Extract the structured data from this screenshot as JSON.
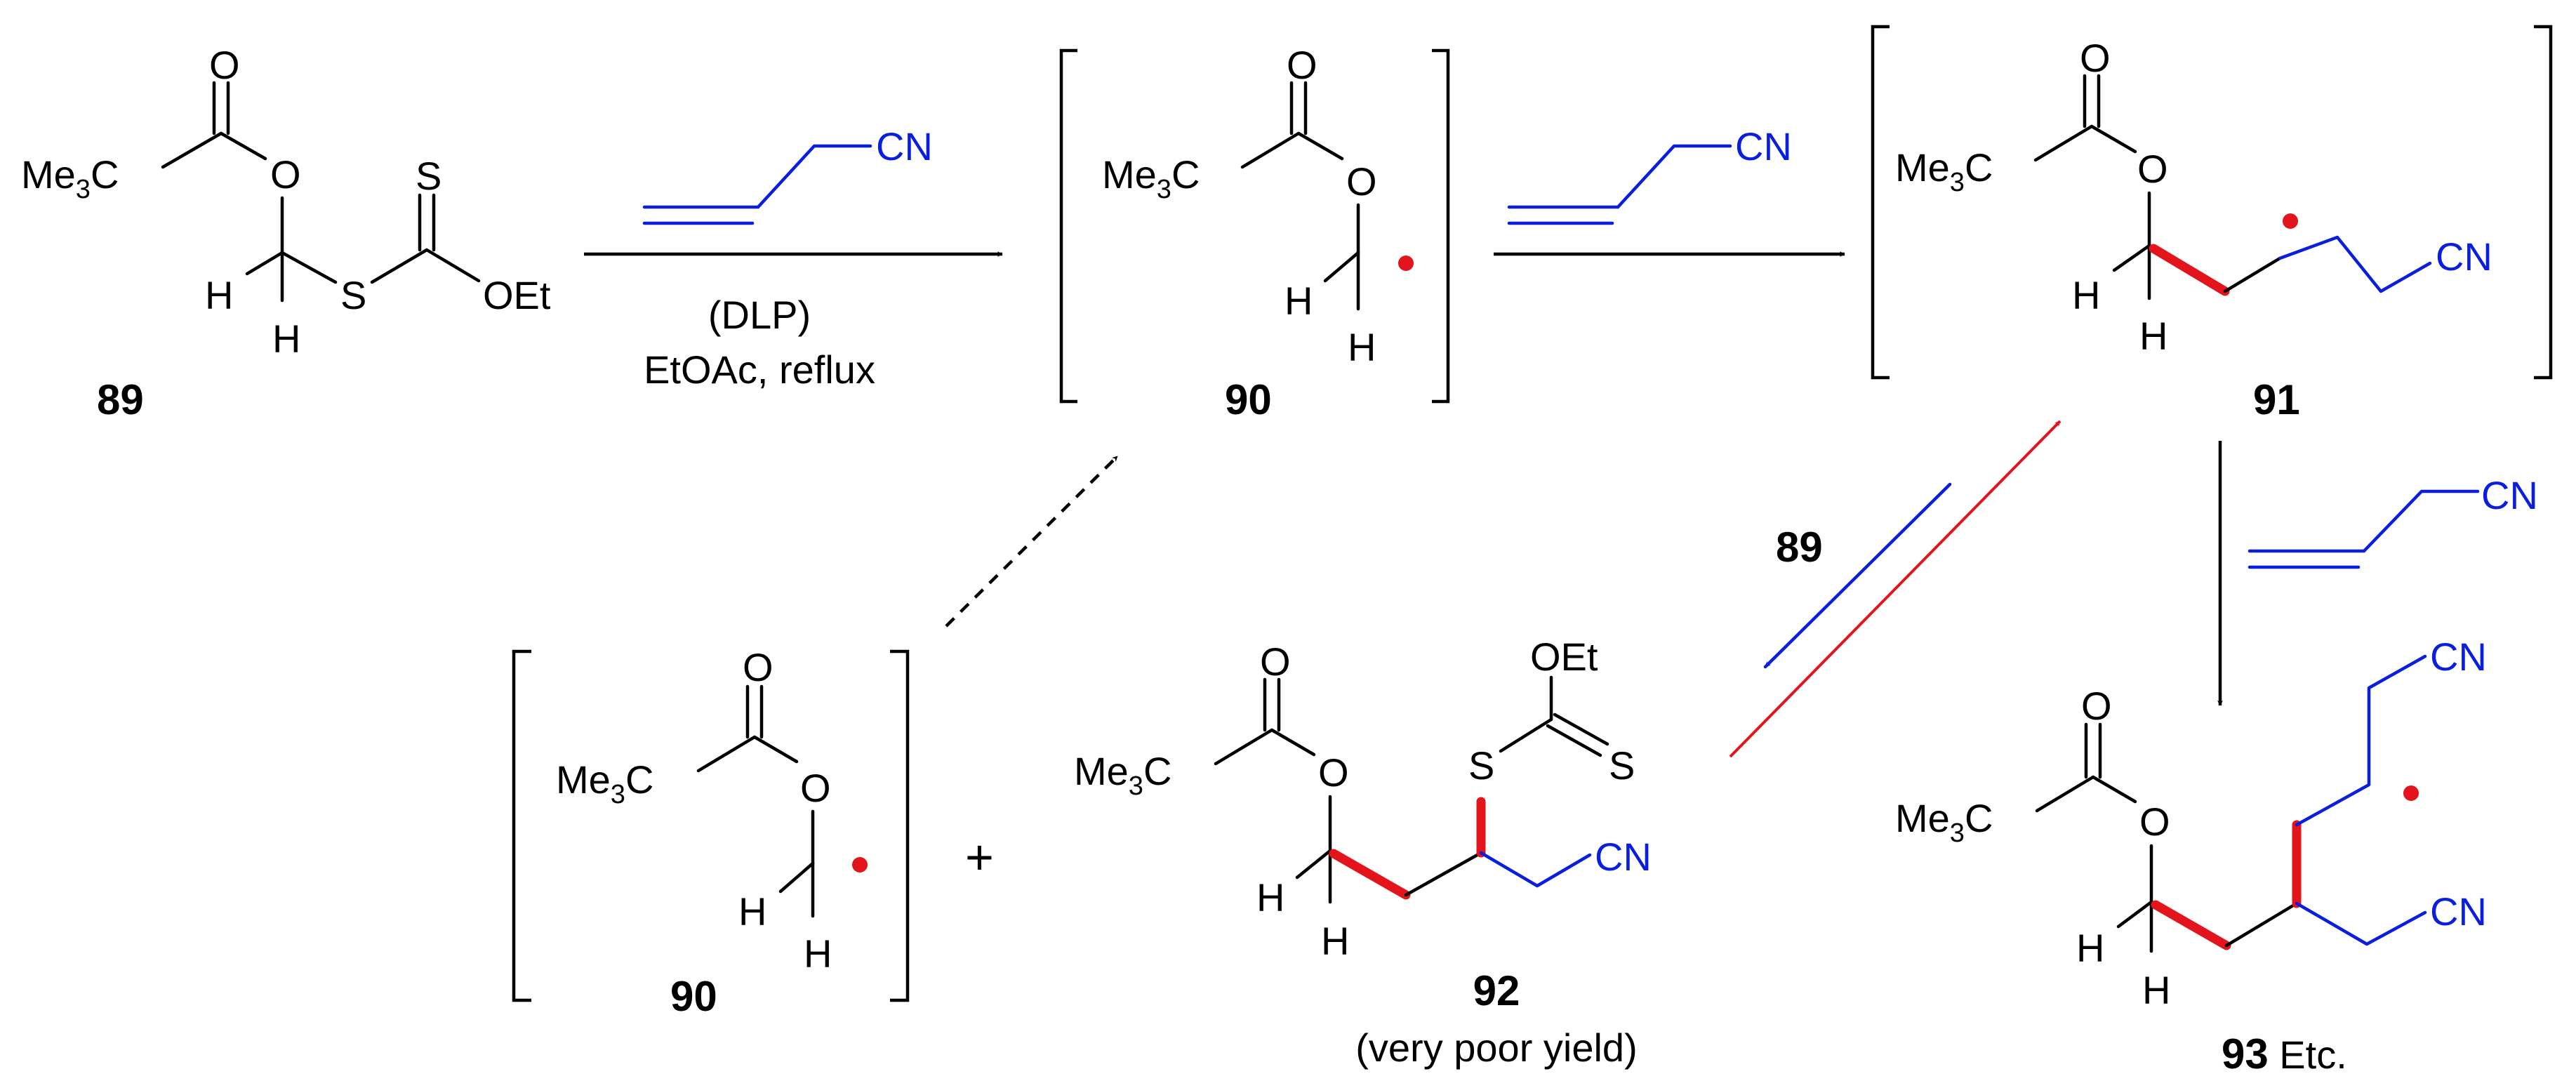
{
  "compounds": {
    "c89": {
      "label": "89",
      "me3c": "Me",
      "me3c_sub": "3",
      "me3c_tail": "C",
      "carbonyl_o": "O",
      "ester_o": "O",
      "h1": "H",
      "h2": "H",
      "s1": "S",
      "s2": "S",
      "oet": "OEt"
    },
    "c90_top": {
      "label": "90",
      "me3c": "Me",
      "me3c_sub": "3",
      "me3c_tail": "C",
      "carbonyl_o": "O",
      "ester_o": "O",
      "h1": "H",
      "h2": "H"
    },
    "c91": {
      "label": "91",
      "me3c": "Me",
      "me3c_sub": "3",
      "me3c_tail": "C",
      "carbonyl_o": "O",
      "ester_o": "O",
      "h1": "H",
      "h2": "H",
      "cn": "CN"
    },
    "c90_bottom": {
      "label": "90",
      "me3c": "Me",
      "me3c_sub": "3",
      "me3c_tail": "C",
      "carbonyl_o": "O",
      "ester_o": "O",
      "h1": "H",
      "h2": "H"
    },
    "c92": {
      "label": "92",
      "note": "(very poor yield)",
      "me3c": "Me",
      "me3c_sub": "3",
      "me3c_tail": "C",
      "carbonyl_o": "O",
      "ester_o": "O",
      "h1": "H",
      "h2": "H",
      "s1": "S",
      "s2": "S",
      "oet": "OEt",
      "cn": "CN"
    },
    "c93": {
      "label": "93",
      "label_tail": " Etc.",
      "me3c": "Me",
      "me3c_sub": "3",
      "me3c_tail": "C",
      "carbonyl_o": "O",
      "ester_o": "O",
      "h1": "H",
      "h2": "H",
      "cn1": "CN",
      "cn2": "CN"
    }
  },
  "reagents": {
    "allyl_cyanide_cn": "CN",
    "cond_initiator": "(DLP)",
    "cond_solvent": "EtOAc, reflux",
    "eq_reagent": "89"
  },
  "plus": "+",
  "colors": {
    "reagent": "#0a1ee0",
    "new_bond": "#e3141b",
    "radical": "#e3141b",
    "ink": "#000000"
  }
}
